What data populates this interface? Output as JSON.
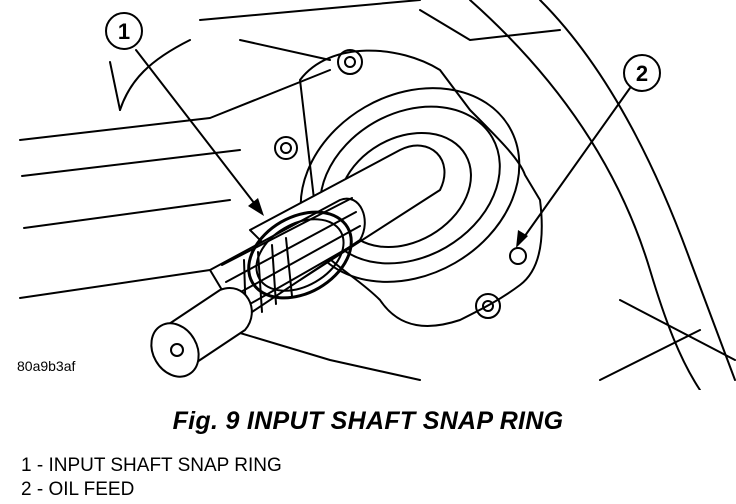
{
  "figure": {
    "id_code": "80a9b3af",
    "callouts": [
      {
        "number": "1"
      },
      {
        "number": "2"
      }
    ]
  },
  "caption": "Fig. 9 INPUT SHAFT SNAP RING",
  "legend": [
    "1 - INPUT SHAFT SNAP RING",
    "2 - OIL FEED"
  ]
}
